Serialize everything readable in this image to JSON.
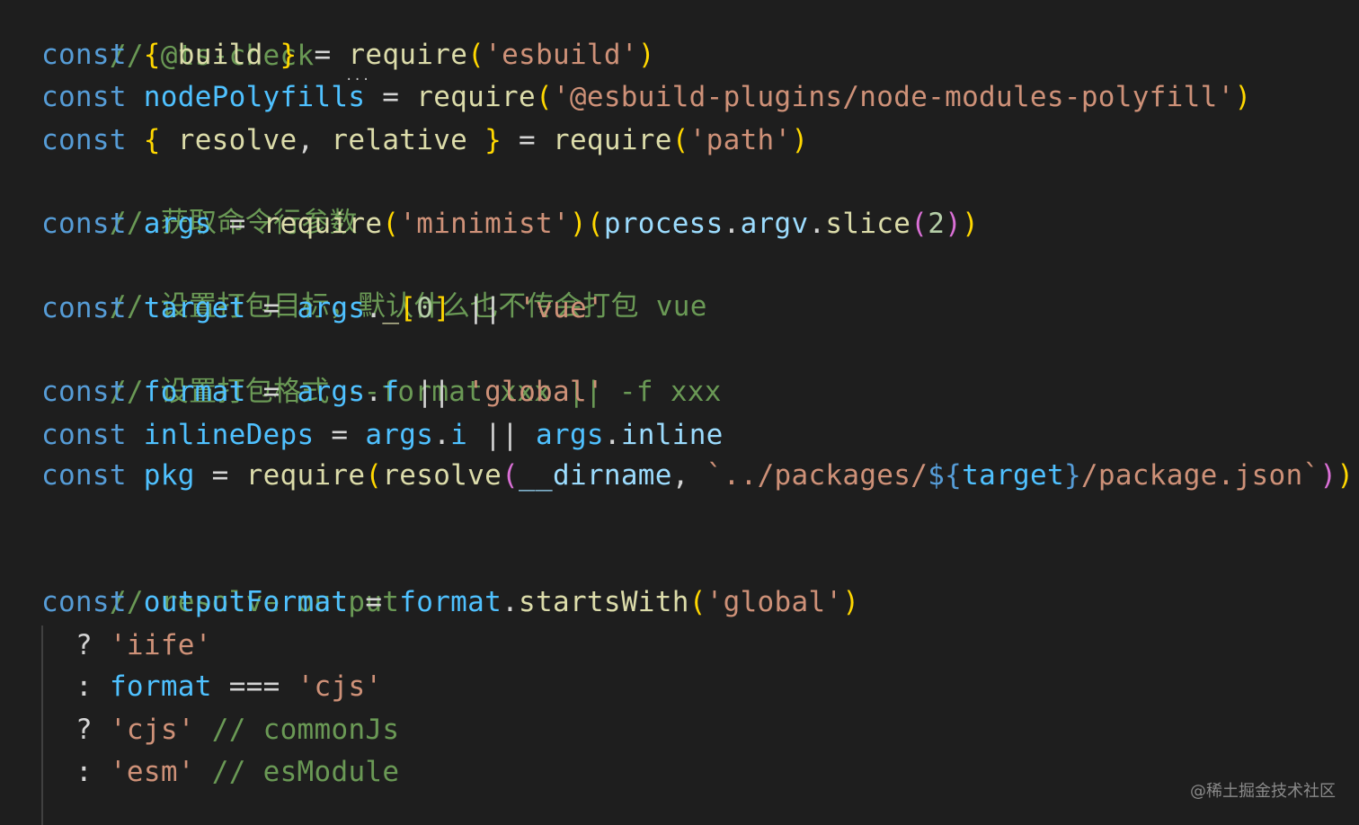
{
  "editor": {
    "background": "#1e1e1e",
    "colors": {
      "comment": "#6a9955",
      "keyword": "#569cd6",
      "variable": "#4fc1ff",
      "function": "#dcdcaa",
      "string": "#ce9178",
      "bracket_1": "#ffd700",
      "bracket_2": "#da70d6"
    },
    "lines": [
      "// @ts-check",
      "const { build } = require('esbuild')",
      "const nodePolyfills = require('@esbuild-plugins/node-modules-polyfill')",
      "const { resolve, relative } = require('path')",
      "// 获取命令行参数",
      "const args = require('minimist')(process.argv.slice(2))",
      "// 设置打包目标，默认什么也不传会打包 vue",
      "const target = args._[0] || 'vue'",
      "// 设置打包格式 --format xxx || -f xxx",
      "const format = args.f || 'global'",
      "const inlineDeps = args.i || args.inline",
      "const pkg = require(resolve(__dirname, `../packages/${target}/package.json`))",
      "",
      "// resolve output",
      "const outputFormat = format.startsWith('global')",
      "? 'iife'",
      ": format === 'cjs'",
      "? 'cjs' // commonJs",
      ": 'esm' // esModule"
    ]
  },
  "hint_dots": "...",
  "watermark": "@稀土掘金技术社区"
}
